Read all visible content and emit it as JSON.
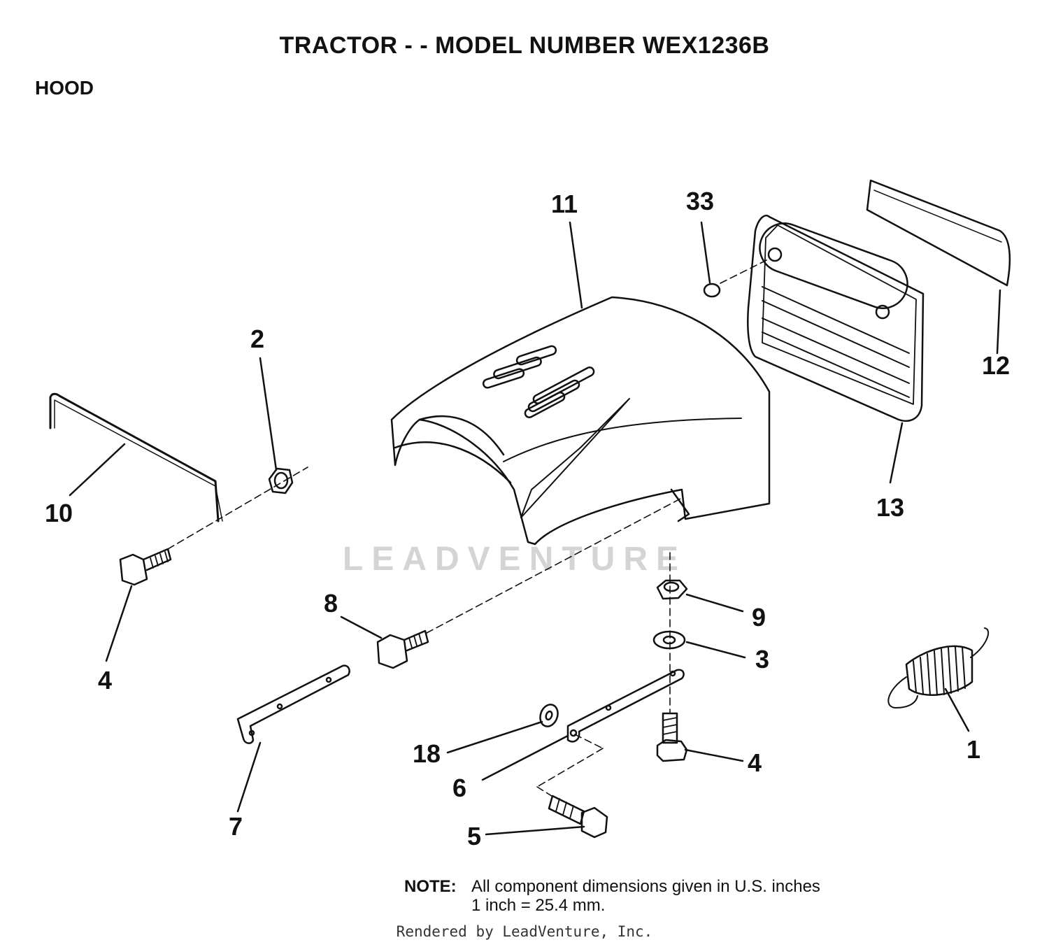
{
  "header": {
    "title": "TRACTOR - - MODEL NUMBER WEX1236B",
    "section": "HOOD"
  },
  "callouts": {
    "c1": "1",
    "c2": "2",
    "c3": "3",
    "c4a": "4",
    "c4b": "4",
    "c5": "5",
    "c6": "6",
    "c7": "7",
    "c8": "8",
    "c9": "9",
    "c10": "10",
    "c11": "11",
    "c12": "12",
    "c13": "13",
    "c18": "18",
    "c33": "33"
  },
  "watermark": "LEADVENTURE",
  "note": {
    "label": "NOTE:",
    "line1": "All component dimensions given in U.S. inches",
    "line2": "1 inch = 25.4 mm."
  },
  "footer": {
    "credit": "Rendered by LeadVenture, Inc."
  }
}
